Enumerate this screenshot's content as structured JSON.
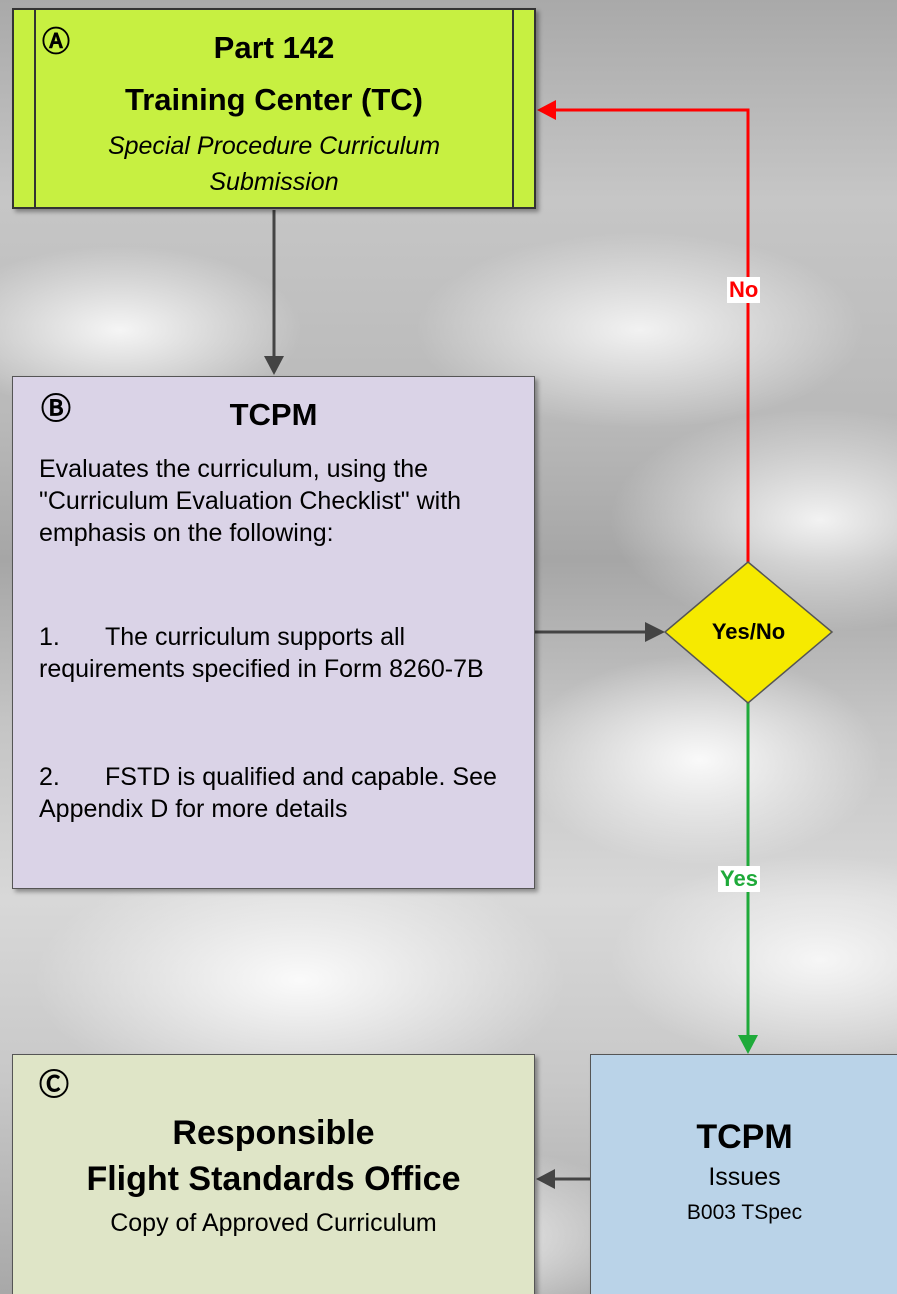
{
  "box_a": {
    "marker": "Ⓐ",
    "title_line1": "Part 142",
    "title_line2": "Training Center (TC)",
    "subtitle": "Special Procedure Curriculum Submission"
  },
  "box_b": {
    "marker": "Ⓑ",
    "title": "TCPM",
    "intro": "Evaluates the curriculum, using the \"Curriculum Evaluation Checklist\" with emphasis on the following:",
    "items": [
      {
        "num": "1.",
        "text": "The curriculum supports all requirements specified in Form 8260-7B"
      },
      {
        "num": "2.",
        "text": "FSTD is qualified and capable.  See Appendix D for more details"
      }
    ]
  },
  "decision": {
    "label": "Yes/No"
  },
  "arrow_labels": {
    "no": "No",
    "yes": "Yes"
  },
  "box_c": {
    "marker": "Ⓒ",
    "title_line1": "Responsible",
    "title_line2": "Flight Standards Office",
    "subtitle": "Copy of Approved Curriculum"
  },
  "box_d": {
    "title": "TCPM",
    "line1": "Issues",
    "line2": "B003 TSpec"
  },
  "colors": {
    "no_path": "#ff0000",
    "yes_path": "#1faa3a",
    "neutral_path": "#444444",
    "decision_fill": "#f6ea00"
  }
}
